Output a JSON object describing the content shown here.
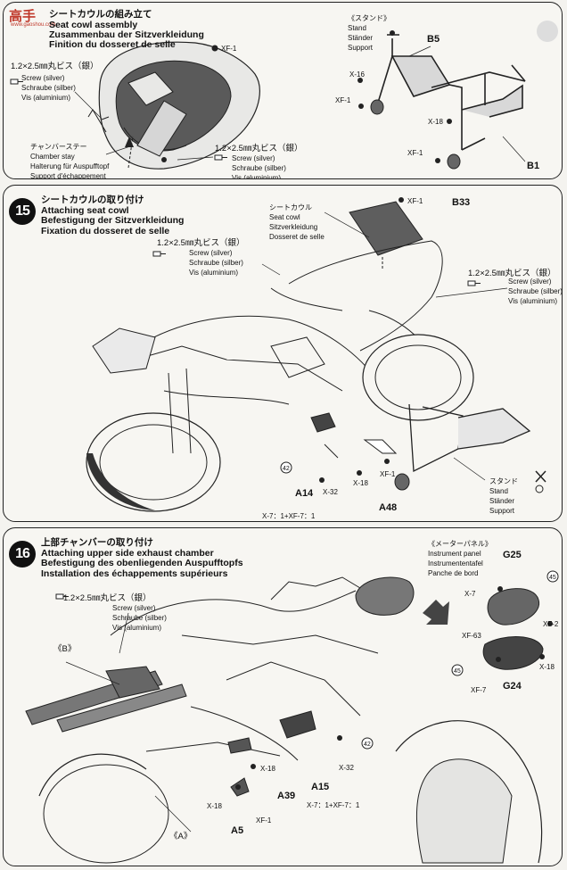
{
  "watermark": {
    "name": "高手",
    "sub": "www.gaoshou.com"
  },
  "step14": {
    "title_jp": "シートカウルの組み立て",
    "title_en": "Seat cowl assembly",
    "title_de": "Zusammenbau der Sitzverkleidung",
    "title_fr": "Finition du dosseret de selle",
    "screw_left_size": "1.2×2.5㎜丸ビス（銀）",
    "screw_left_names": "Screw (silver)\nSchraube (silber)\nVis (aluminium)",
    "xf1_top": "XF-1",
    "chamber_stay": "チャンバーステー\nChamber stay\nHalterung für Auspufftopf\nSupport d'échappement",
    "screw_right_size": "1.2×2.5㎜丸ビス（銀）",
    "screw_right_names": "Screw (silver)\nSchraube (silber)\nVis (aluminium)",
    "stand_title": "《スタンド》\nStand\nStänder\nSupport",
    "part_b5": "B5",
    "part_b1": "B1",
    "x16": "X-16",
    "xf1_a": "XF-1",
    "x18": "X-18",
    "xf1_b": "XF-1"
  },
  "step15": {
    "number": "15",
    "title": "シートカウルの取り付け\nAttaching seat cowl\nBefestigung der Sitzverkleidung\nFixation du dosseret de selle",
    "seat_cowl": "シートカウル\nSeat cowl\nSitzverkleidung\nDosseret de selle",
    "xf1_top": "XF-1",
    "part_b33": "B33",
    "screw_left_size": "1.2×2.5㎜丸ビス（銀）",
    "screw_left_names": "Screw (silver)\nSchraube (silber)\nVis (aluminium)",
    "screw_right_size": "1.2×2.5㎜丸ビス（銀）",
    "screw_right_names": "Screw (silver)\nSchraube (silber)\nVis (aluminium)",
    "ref_42": "42",
    "part_a14": "A14",
    "x32": "X-32",
    "x18": "X-18",
    "xf1": "XF-1",
    "part_a48": "A48",
    "mix": "X-7：1+XF-7：1",
    "stand": "スタンド\nStand\nStänder\nSupport"
  },
  "step16": {
    "number": "16",
    "title": "上部チャンバーの取り付け\nAttaching upper side exhaust chamber\nBefestigung des obenliegenden Auspufftopfs\nInstallation des échappements supérieurs",
    "screw_size": "1.2×2.5㎜丸ビス（銀）",
    "screw_names": "Screw (silver)\nSchraube (silber)\nVis (aluminium)",
    "ref_b": "《B》",
    "ref_a": "《A》",
    "panel_title": "《メーターパネル》\nInstrument panel\nInstrumententafel\nPanche de bord",
    "part_g25": "G25",
    "part_g24": "G24",
    "ref_45a": "45",
    "ref_45b": "45",
    "x7": "X-7",
    "xf2": "XF-2",
    "xf63": "XF-63",
    "x18_panel": "X-18",
    "xf7": "XF-7",
    "ref_42": "42",
    "x18_a": "X-18",
    "x32": "X-32",
    "part_a39": "A39",
    "part_a15": "A15",
    "x18_b": "X-18",
    "xf1": "XF-1",
    "part_a5": "A5",
    "mix": "X-7：1+XF-7：1"
  }
}
